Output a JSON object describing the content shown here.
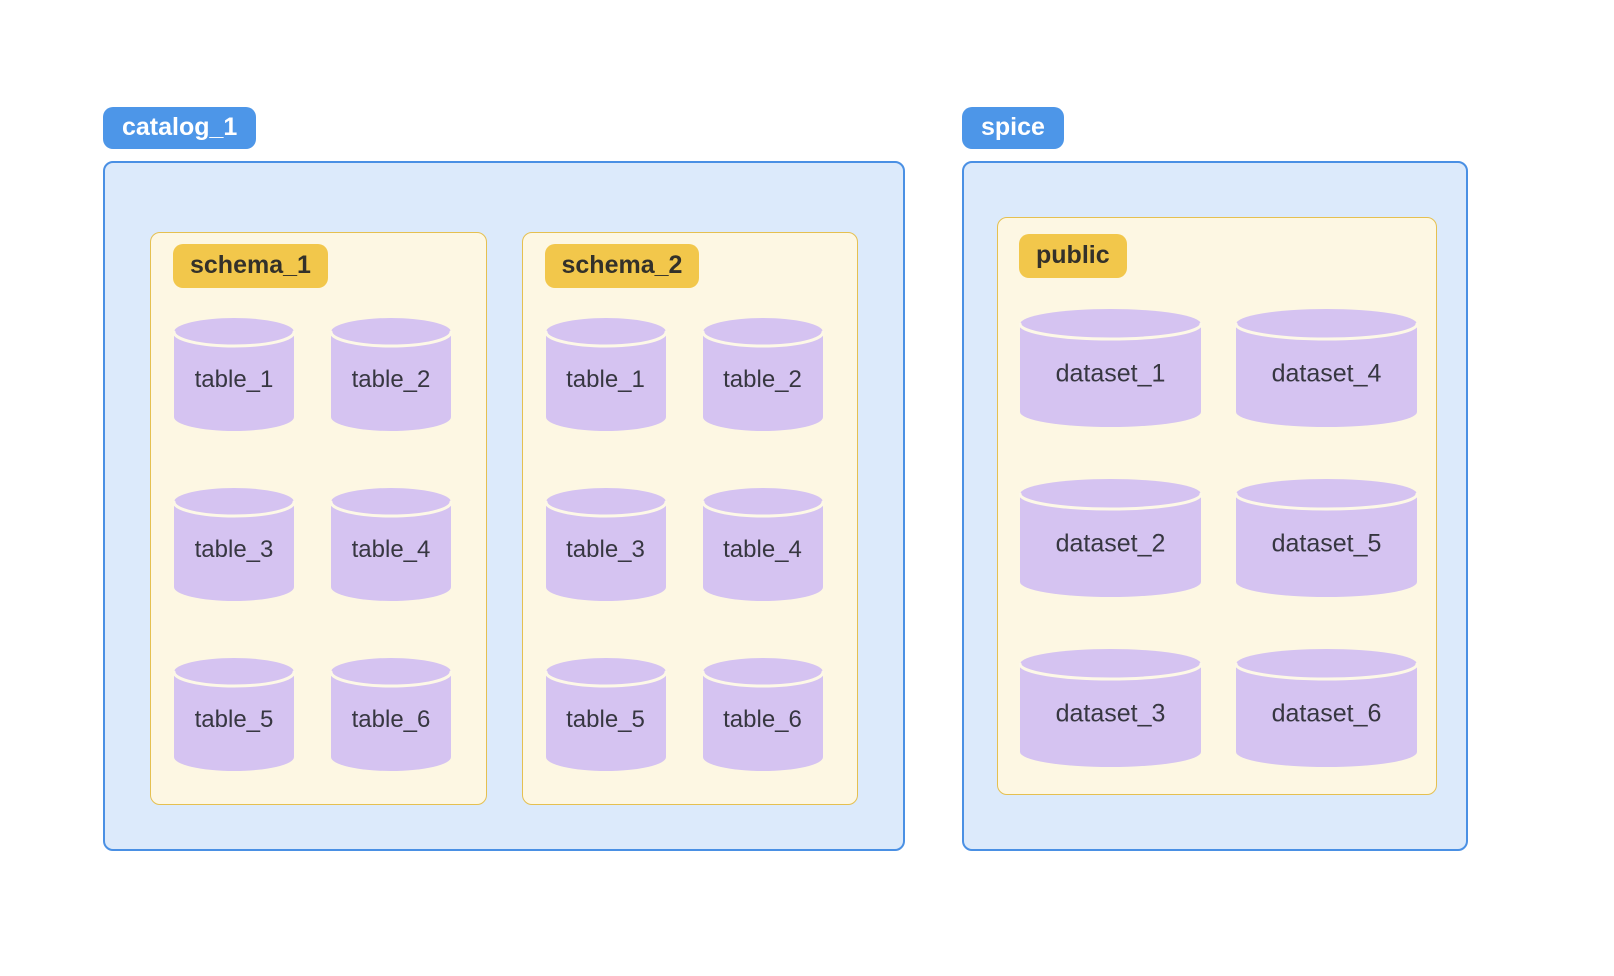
{
  "colors": {
    "page_bg": "#FFFFFF",
    "catalog_label_bg": "#4D96E8",
    "catalog_label_text": "#FFFFFF",
    "catalog_box_bg": "#DCEAFB",
    "catalog_box_border": "#4A90E4",
    "schema_label_bg": "#F2C74B",
    "schema_label_text": "#33312A",
    "schema_box_bg": "#FDF7E3",
    "schema_box_border": "#E5C050",
    "cylinder_fill": "#D5C3F1",
    "cylinder_rim": "#FDF8E7",
    "cylinder_text": "#373741"
  },
  "diagram": {
    "catalogs": [
      {
        "label": "catalog_1",
        "schemas": [
          {
            "label": "schema_1",
            "tables": [
              "table_1",
              "table_2",
              "table_3",
              "table_4",
              "table_5",
              "table_6"
            ]
          },
          {
            "label": "schema_2",
            "tables": [
              "table_1",
              "table_2",
              "table_3",
              "table_4",
              "table_5",
              "table_6"
            ]
          }
        ]
      },
      {
        "label": "spice",
        "schemas": [
          {
            "label": "public",
            "tables": [
              "dataset_1",
              "dataset_4",
              "dataset_2",
              "dataset_5",
              "dataset_3",
              "dataset_6"
            ]
          }
        ]
      }
    ]
  }
}
